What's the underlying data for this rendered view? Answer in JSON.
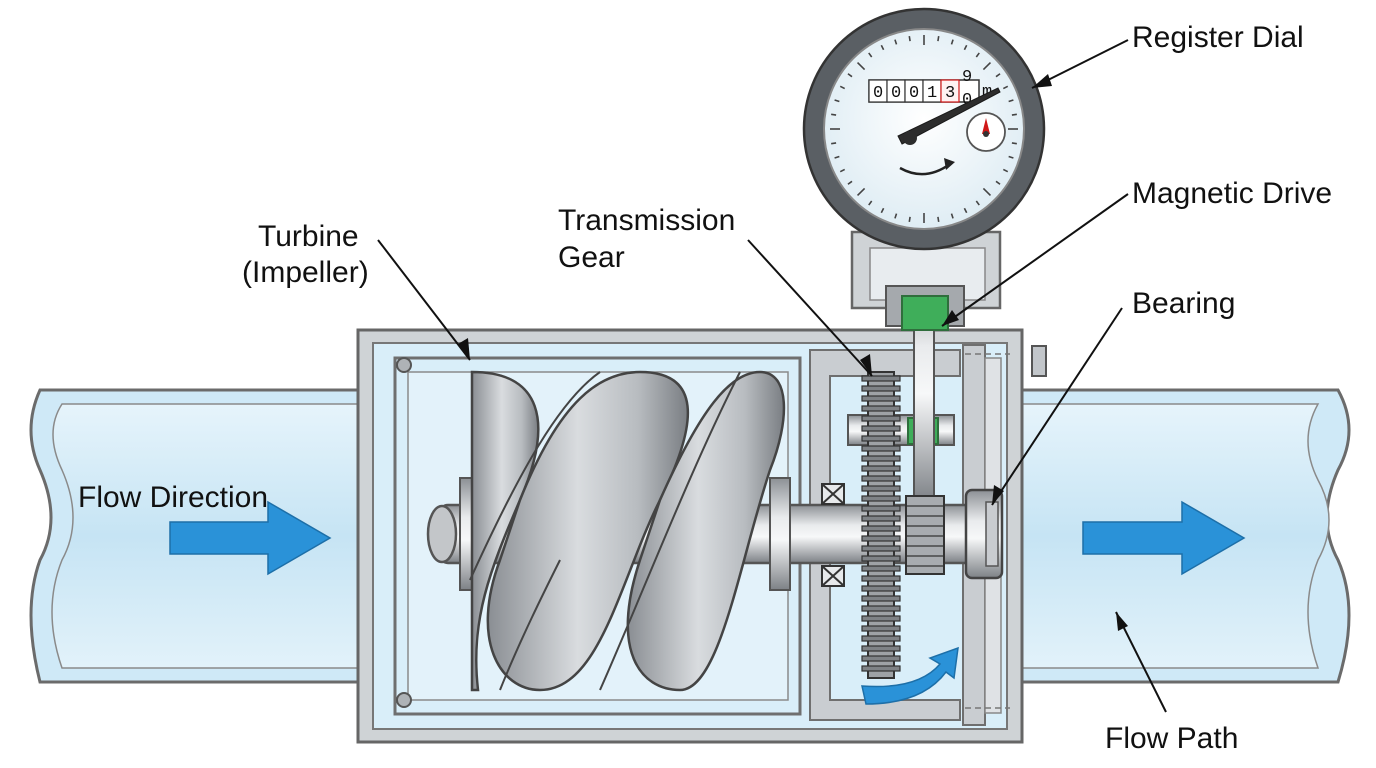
{
  "labels": {
    "register_dial": "Register Dial",
    "magnetic_drive": "Magnetic Drive",
    "bearing": "Bearing",
    "transmission_gear_line1": "Transmission",
    "transmission_gear_line2": "Gear",
    "turbine_line1": "Turbine",
    "turbine_line2": "(Impeller)",
    "flow_direction": "Flow Direction",
    "flow_path": "Flow Path"
  },
  "register": {
    "digits": [
      "0",
      "0",
      "0",
      "1",
      "3"
    ],
    "last_digit_upper": "9",
    "last_digit_lower": "0",
    "unit": "m"
  },
  "colors": {
    "pipe_fill": "#cfe9f7",
    "pipe_stroke": "#6b6b6b",
    "body_fill": "#d4d7da",
    "water": "#d9eef9",
    "arrow_blue": "#2a92d8",
    "magnet_green": "#34a853",
    "dial_bezel": "#5a5f64",
    "dial_face": "#f3f8fb",
    "pointer": "#2d2d2d",
    "needle_red": "#d01818"
  }
}
